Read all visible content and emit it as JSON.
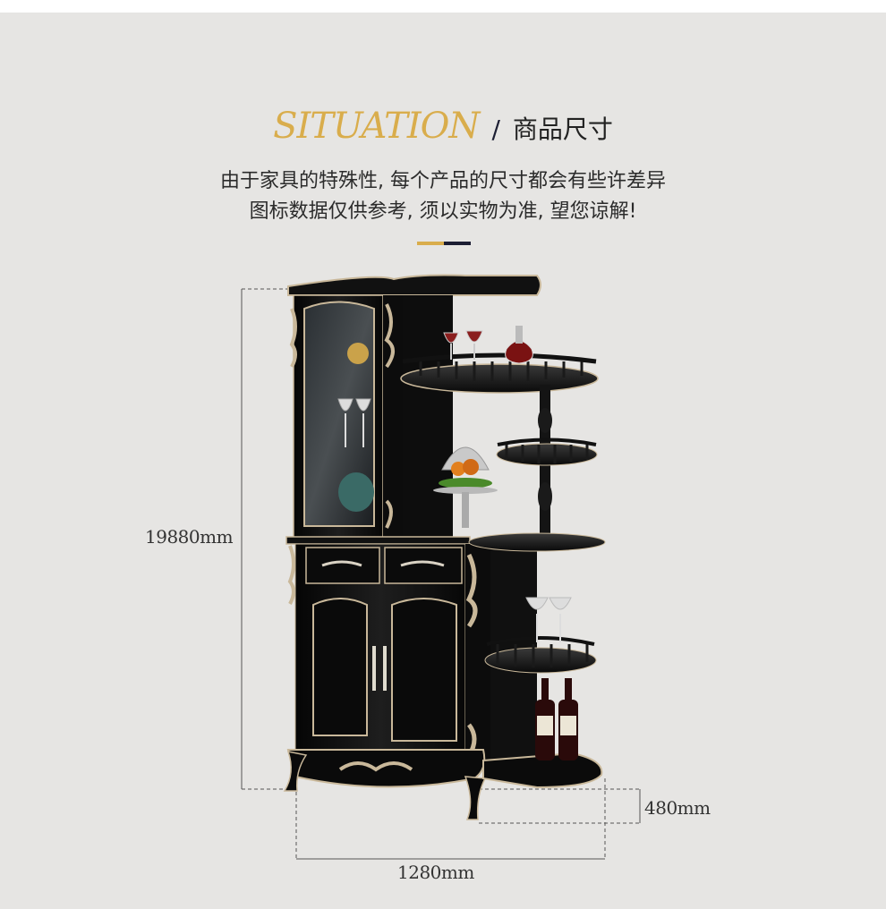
{
  "header": {
    "title_en": "SITUATION",
    "title_sep": "/",
    "title_cn": "商品尺寸",
    "subtitle_line1": "由于家具的特殊性, 每个产品的尺寸都会有些许差异",
    "subtitle_line2": "图标数据仅供参考, 须以实物为准, 望您谅解!"
  },
  "dimensions": {
    "height": "19880mm",
    "depth": "480mm",
    "width": "1280mm"
  },
  "colors": {
    "background": "#e6e5e3",
    "gold": "#d9ad4c",
    "navy": "#1c1e33",
    "cabinet_black": "#111111",
    "trim": "#c9b89a"
  }
}
